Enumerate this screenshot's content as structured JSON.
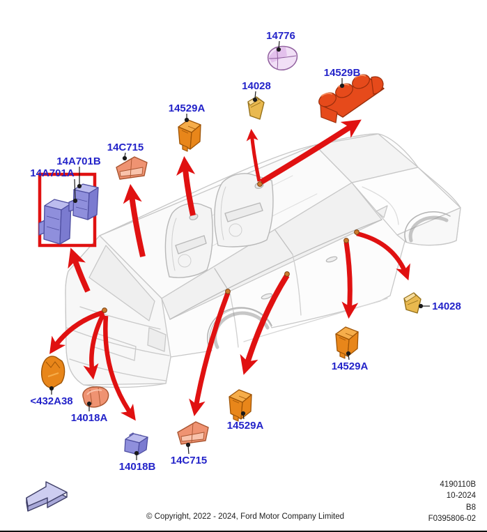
{
  "diagram": {
    "type": "exploded-parts-diagram",
    "subject": "vehicle body with switch locations"
  },
  "part_labels": [
    {
      "text": "14776",
      "color_key": "lavender"
    },
    {
      "text": "14028",
      "color_key": "amber"
    },
    {
      "text": "14529B",
      "color_key": "redorange"
    },
    {
      "text": "14529A",
      "color_key": "orange"
    },
    {
      "text": "14C715",
      "color_key": "salmon"
    },
    {
      "text": "14A701B",
      "color_key": "periwinkle"
    },
    {
      "text": "14A701A",
      "color_key": "periwinkle"
    },
    {
      "text": "<432A38",
      "color_key": "orange"
    },
    {
      "text": "14018A",
      "color_key": "salmon"
    },
    {
      "text": "14018B",
      "color_key": "periwinkle"
    },
    {
      "text": "14C715",
      "color_key": "salmon"
    },
    {
      "text": "14529A",
      "color_key": "orange"
    },
    {
      "text": "14529A",
      "color_key": "orange"
    },
    {
      "text": "14028",
      "color_key": "amber"
    }
  ],
  "footer": {
    "copyright": "© Copyright, 2022 - 2024, Ford Motor Company Limited",
    "doc_number": "4190110B",
    "date": "10-2024",
    "sheet": "B8",
    "figure_code": "F0395806-02"
  },
  "colors": {
    "label_blue": "#2323c9",
    "arrow_red": "#e01111",
    "leader_black": "#1a1a1a",
    "line_gray": "#c7c7c7",
    "line_gray_dark": "#9a9a9a",
    "dot_orange": "#cc7a2e",
    "dot_orange_dark": "#7c4210",
    "periwinkle": "#8f8fdc",
    "periwinkle_light": "#bcbcee",
    "periwinkle_dark": "#4e4ea0",
    "periwinkle_side": "#7b7bd0",
    "orange": "#e8861a",
    "orange_light": "#f6ad4a",
    "orange_dark": "#9e5406",
    "salmon": "#ef9372",
    "salmon_light": "#f9c3ac",
    "salmon_dark": "#a85430",
    "amber": "#e9b94f",
    "amber_light": "#f7dd9e",
    "amber_dark": "#94701a",
    "lavender": "#ddb6e8",
    "lavender_light": "#f1dff6",
    "lavender_dark": "#91619f",
    "redorange": "#e64a1b",
    "redorange_light": "#f58a5c",
    "redorange_dark": "#9a2e0c",
    "icon_fill": "#cdcdf0",
    "icon_shadow": "#a8a8d8",
    "icon_stroke": "#3d3d66"
  }
}
